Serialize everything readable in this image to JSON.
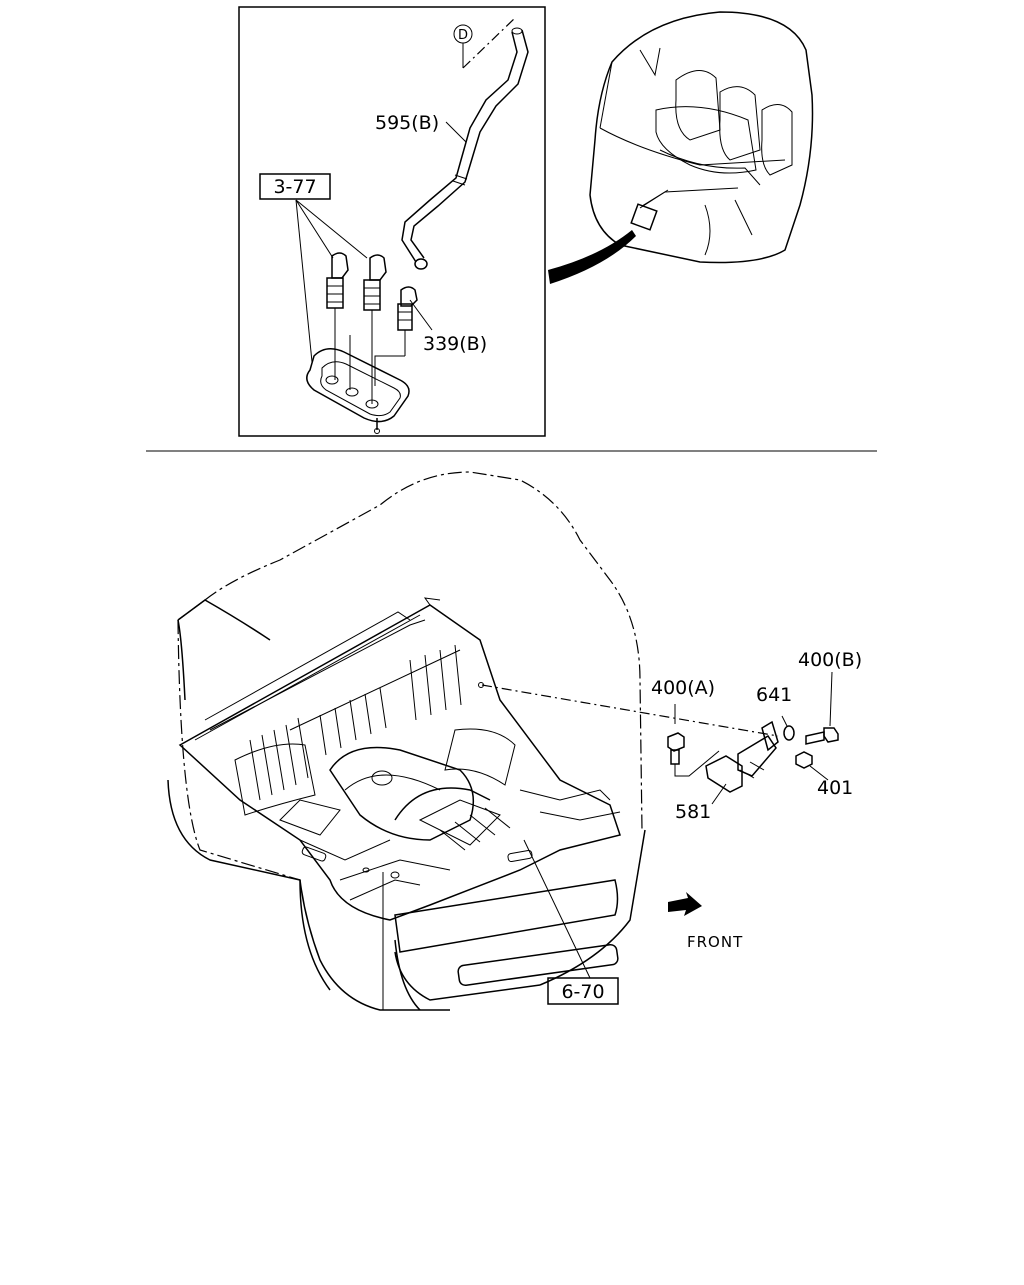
{
  "inset": {
    "marker_d": "D",
    "part_595b": "595(B)",
    "part_3_77": "3-77",
    "part_339b": "339(B)"
  },
  "main": {
    "part_400b": "400(B)",
    "part_400a": "400(A)",
    "part_641": "641",
    "part_401": "401",
    "part_581": "581",
    "part_6_70": "6-70",
    "front_label": "FRONT"
  }
}
